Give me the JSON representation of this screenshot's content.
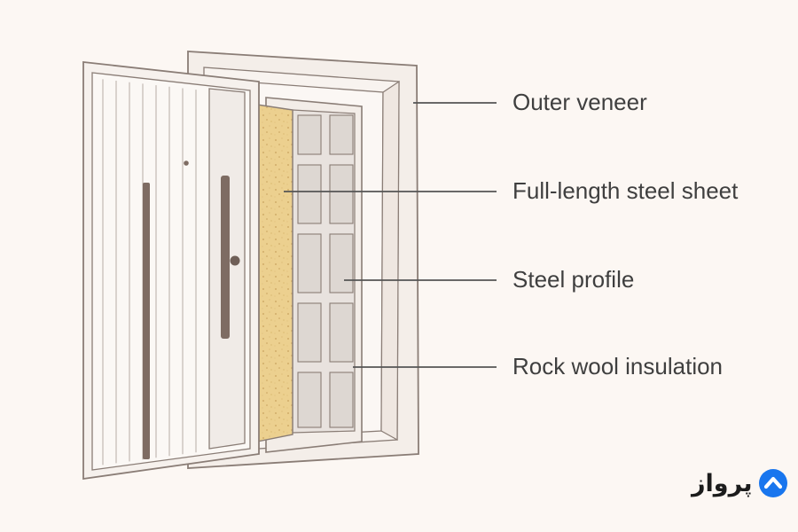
{
  "labels": [
    {
      "id": "outer-veneer",
      "text": "Outer veneer"
    },
    {
      "id": "full-length-steel-sheet",
      "text": "Full-length steel sheet"
    },
    {
      "id": "steel-profile",
      "text": "Steel profile"
    },
    {
      "id": "rock-wool-insulation",
      "text": "Rock wool insulation"
    }
  ],
  "logo": {
    "text": "پرواز",
    "icon": "chevron-up-icon",
    "color": "#1976ee"
  },
  "colors": {
    "background": "#fcf7f3",
    "frame": "#f3ede8",
    "outline": "#8a7d76",
    "insulation": "#ecd08f",
    "handle": "#7e6c63",
    "line": "#555555"
  }
}
